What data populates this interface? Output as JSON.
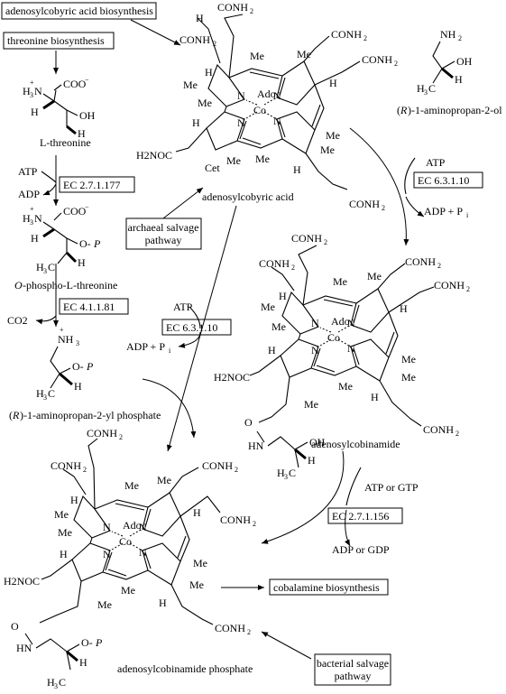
{
  "boxes": {
    "adenosylcobyric_biosynthesis": "adenosylcobyric acid biosynthesis",
    "threonine_biosynthesis": "threonine biosynthesis",
    "ec_1": "EC 2.7.1.177",
    "ec_2": "EC 4.1.1.81",
    "ec_3": "EC 6.3.1.10",
    "ec_4": "EC 6.3.1.10",
    "ec_5": "EC 2.7.1.156",
    "archaeal_line1": "archaeal salvage",
    "archaeal_line2": "pathway",
    "bacterial_line1": "bacterial salvage",
    "bacterial_line2": "pathway",
    "cobalamine_biosynthesis": "cobalamine biosynthesis"
  },
  "compounds": {
    "l_threonine": "L-threonine",
    "o_phospho_prefix": "O",
    "o_phospho_rest": "-phospho-L-threonine",
    "aminopropanol_r": "R",
    "aminopropanol_rest": "-1-aminopropan-2-ol",
    "aminopropyl_phosphate_r": "R",
    "aminopropyl_phosphate_rest": "-1-aminopropan-2-yl phosphate",
    "adenosylcobyric_acid": "adenosylcobyric acid",
    "adenosylcobinamide": "adenosylcobinamide",
    "adenosylcobinamide_phosphate": "adenosylcobinamide phosphate"
  },
  "cofactors": {
    "atp": "ATP",
    "adp": "ADP",
    "co2": "CO2",
    "adp_pi": "ADP + P",
    "pi_sub": "i",
    "atp_or_gtp": "ATP or GTP",
    "adp_or_gdp": "ADP or GDP"
  },
  "atoms": {
    "conh2": "CONH",
    "h2noc": "H2NOC",
    "me": "Me",
    "h": "H",
    "n": "N",
    "co": "Co",
    "ado": "Ado",
    "cet": "Cet",
    "oh": "OH",
    "nh2": "NH",
    "nh3": "NH",
    "h3n": "H",
    "coo": "COO",
    "o_p": "O-",
    "p": "P",
    "h3c": "H",
    "o": "O",
    "hn": "HN"
  }
}
